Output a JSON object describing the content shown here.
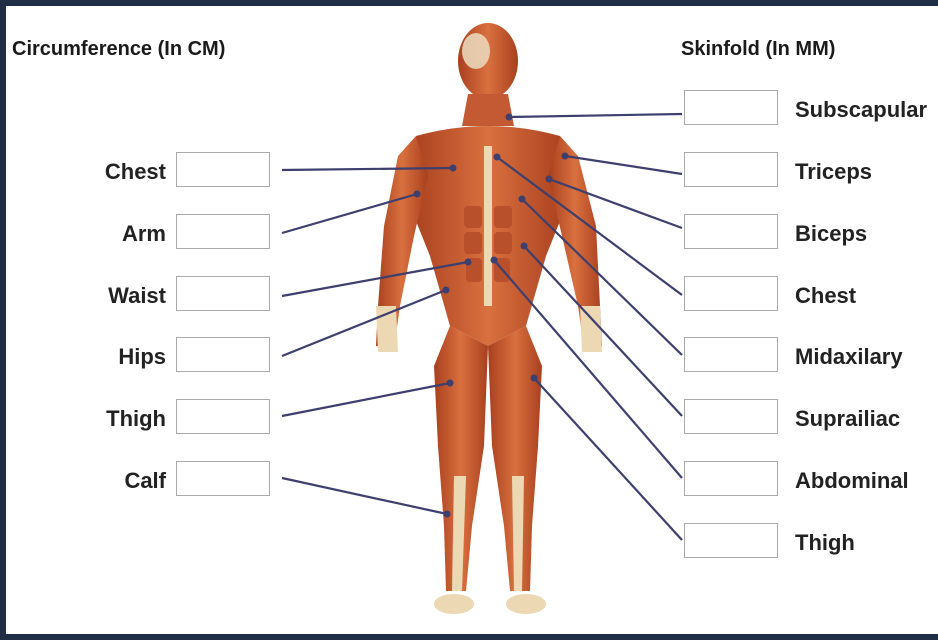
{
  "headings": {
    "circumference": "Circumference (In CM)",
    "skinfold": "Skinfold (In MM)"
  },
  "circumference_fields": [
    {
      "label": "Chest",
      "value": ""
    },
    {
      "label": "Arm",
      "value": ""
    },
    {
      "label": "Waist",
      "value": ""
    },
    {
      "label": "Hips",
      "value": ""
    },
    {
      "label": "Thigh",
      "value": ""
    },
    {
      "label": "Calf",
      "value": ""
    }
  ],
  "skinfold_fields": [
    {
      "label": "Subscapular",
      "value": ""
    },
    {
      "label": "Triceps",
      "value": ""
    },
    {
      "label": "Biceps",
      "value": ""
    },
    {
      "label": "Chest",
      "value": ""
    },
    {
      "label": "Midaxilary",
      "value": ""
    },
    {
      "label": "Suprailiac",
      "value": ""
    },
    {
      "label": "Abdominal",
      "value": ""
    },
    {
      "label": "Thigh",
      "value": ""
    }
  ],
  "colors": {
    "frame": "#1f2d45",
    "leader_line": "#3d3f6e",
    "muscle": "#c85a36",
    "tendon": "#ecd9b3"
  }
}
